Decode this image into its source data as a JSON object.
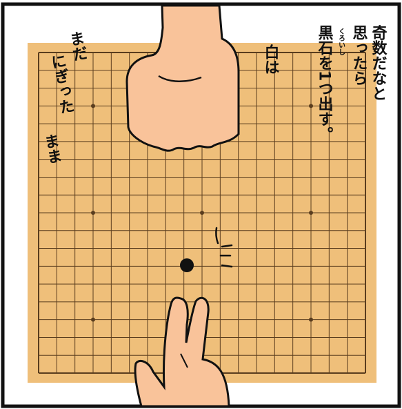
{
  "panel": {
    "narration_line1": "奇数だなと",
    "narration_line2": "思ったら",
    "narration_line3": "黒石を1つ出す。",
    "furigana": "くろいし",
    "white_label": "白は",
    "remark_line1": "まだ",
    "remark_line2": "にぎった",
    "remark_line3": "まま"
  },
  "board": {
    "lines": 19,
    "wood_color": "#efbf7a",
    "line_color": "#5a3d1e",
    "black_stones": 1
  }
}
